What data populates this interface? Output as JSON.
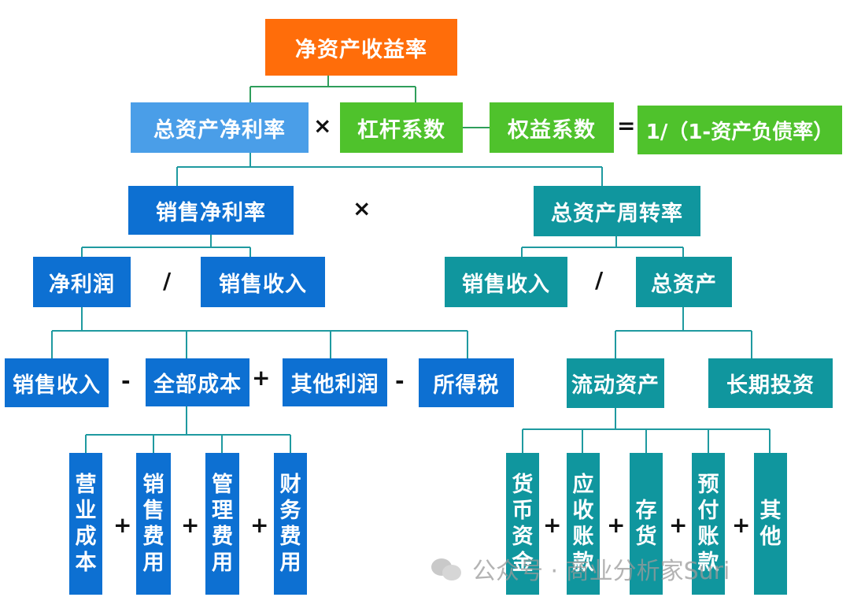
{
  "roe": "净资产收益率",
  "level1": {
    "roa": "总资产净利率",
    "op_times": "×",
    "leverage": "杠杆系数",
    "equity_multiplier": "权益系数",
    "op_equals": "=",
    "formula": "1/（1-资产负债率）"
  },
  "level2": {
    "net_margin": "销售净利率",
    "op_times": "×",
    "asset_turnover": "总资产周转率"
  },
  "level3_left": {
    "net_profit": "净利润",
    "op_div": "/",
    "sales_revenue": "销售收入"
  },
  "level3_right": {
    "sales_revenue": "销售收入",
    "op_div": "/",
    "total_assets": "总资产"
  },
  "level4_left": {
    "sales_revenue": "销售收入",
    "op_minus1": "-",
    "total_cost": "全部成本",
    "op_plus": "+",
    "other_profit": "其他利润",
    "op_minus2": "-",
    "income_tax": "所得税"
  },
  "level4_right": {
    "current_assets": "流动资产",
    "long_term_investment": "长期投资"
  },
  "costs": {
    "items": [
      "营业成本",
      "销售费用",
      "管理费用",
      "财务费用"
    ],
    "op": "+"
  },
  "current_assets_items": {
    "items": [
      "货币资金",
      "应收账款",
      "存货",
      "预付账款",
      "其他"
    ],
    "op": "+"
  },
  "watermark": "公众号 · 商业分析家Suri",
  "colors": {
    "orange": "#ff6d0a",
    "light_blue": "#4a9ee8",
    "green": "#4fc22c",
    "blue": "#0d70d2",
    "teal": "#10969e"
  },
  "icons": {
    "watermark": "wechat-icon"
  }
}
